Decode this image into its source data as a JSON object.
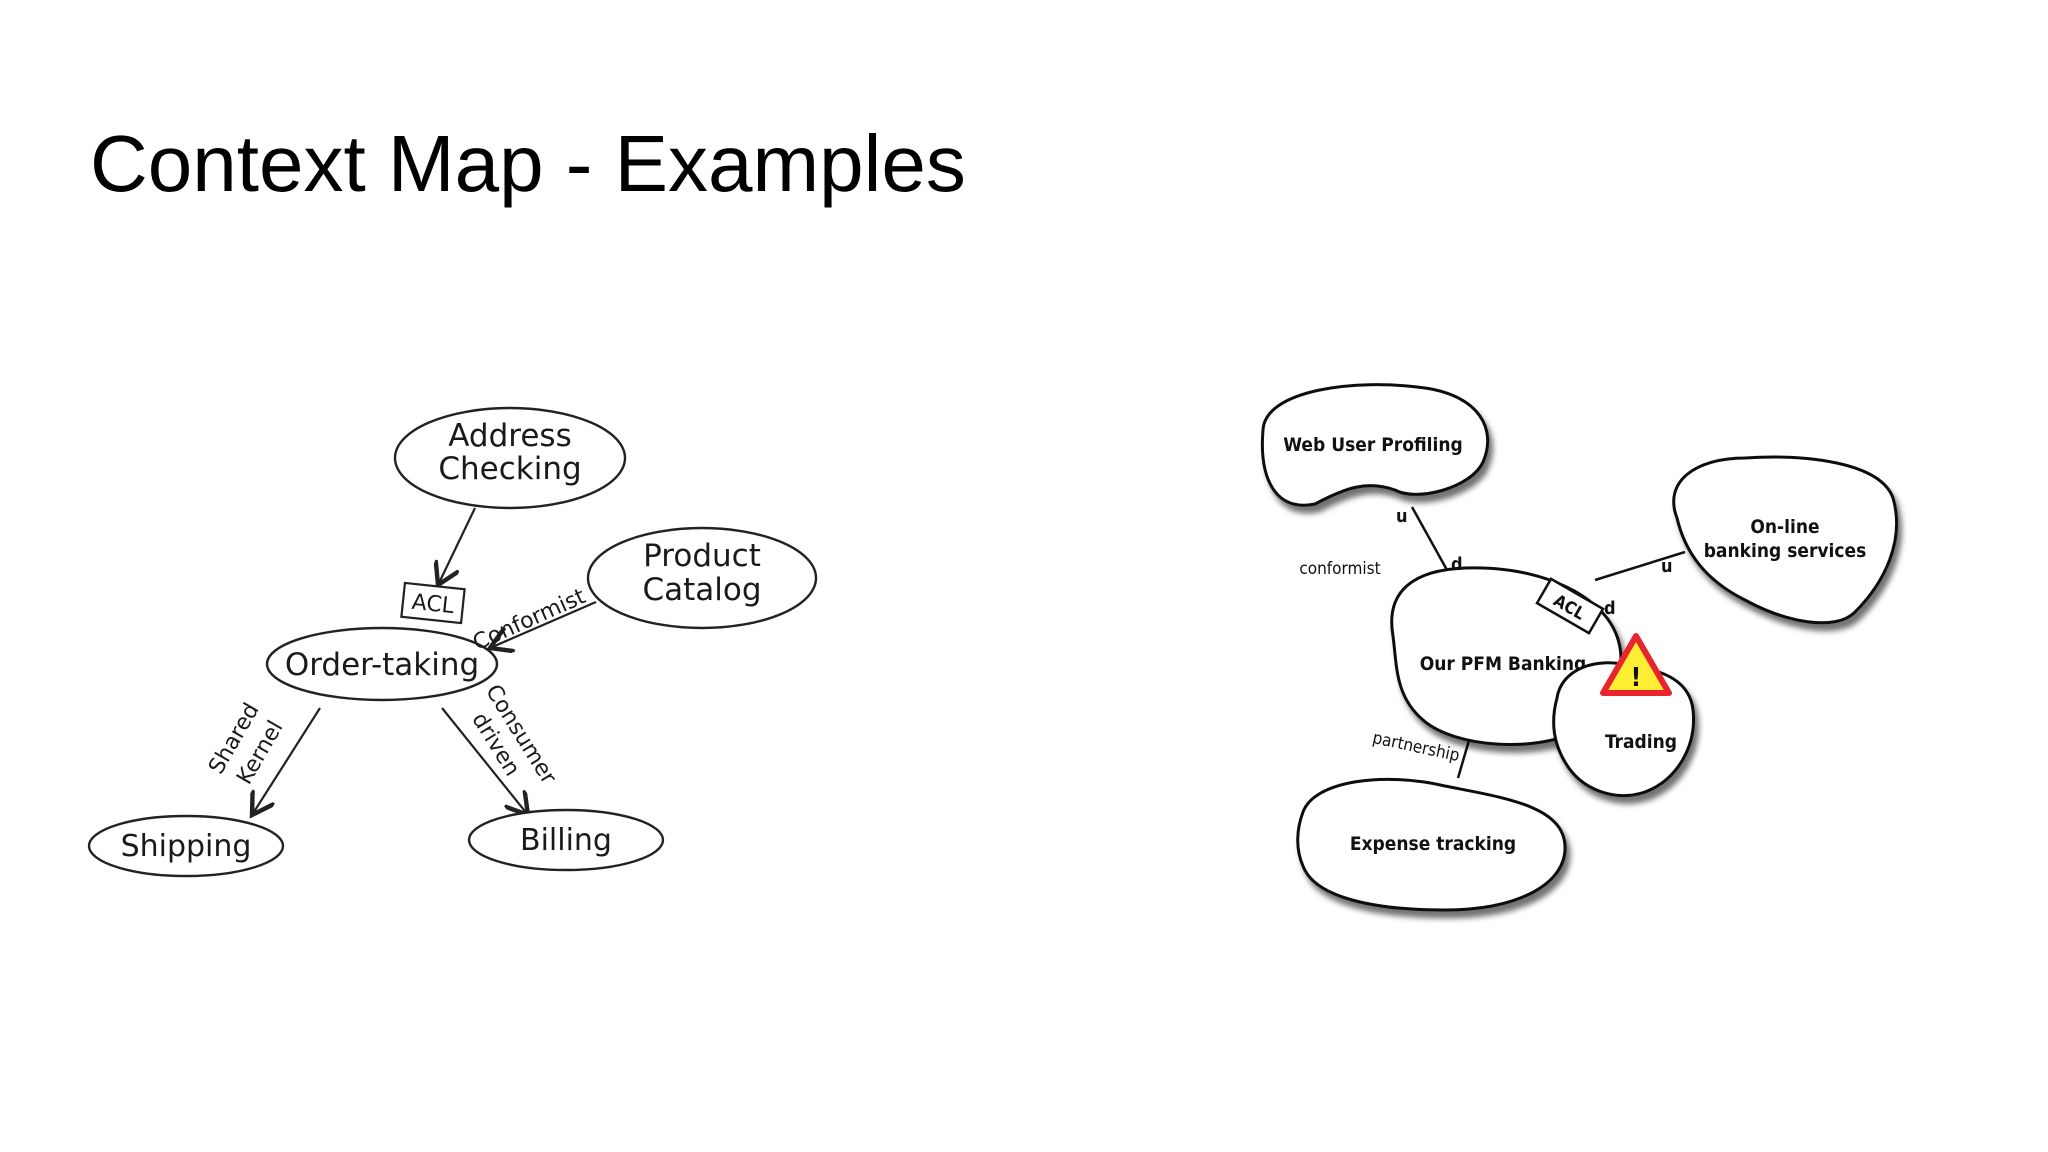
{
  "slide": {
    "title": "Context Map - Examples"
  },
  "left_diagram": {
    "nodes": {
      "address_checking": [
        "Address",
        "Checking"
      ],
      "product_catalog": [
        "Product",
        "Catalog"
      ],
      "order_taking": "Order-taking",
      "shipping": "Shipping",
      "billing": "Billing"
    },
    "labels": {
      "acl": "ACL",
      "conformist": "Conformist",
      "shared_kernel": [
        "Shared",
        "Kernel"
      ],
      "consumer_driven": [
        "Consumer",
        "driven"
      ]
    }
  },
  "right_diagram": {
    "nodes": {
      "web_user_profiling": "Web User Profiling",
      "online_banking": [
        "On-line",
        "banking services"
      ],
      "our_pfm_banking": "Our PFM Banking",
      "trading": "Trading",
      "expense_tracking": "Expense tracking"
    },
    "labels": {
      "acl": "ACL",
      "conformist": "conformist",
      "partnership": "partnership",
      "upstream": "u",
      "downstream": "d",
      "warning_mark": "!"
    },
    "colors": {
      "warning_fill": "#ffee33",
      "warning_border": "#e8242c"
    }
  }
}
